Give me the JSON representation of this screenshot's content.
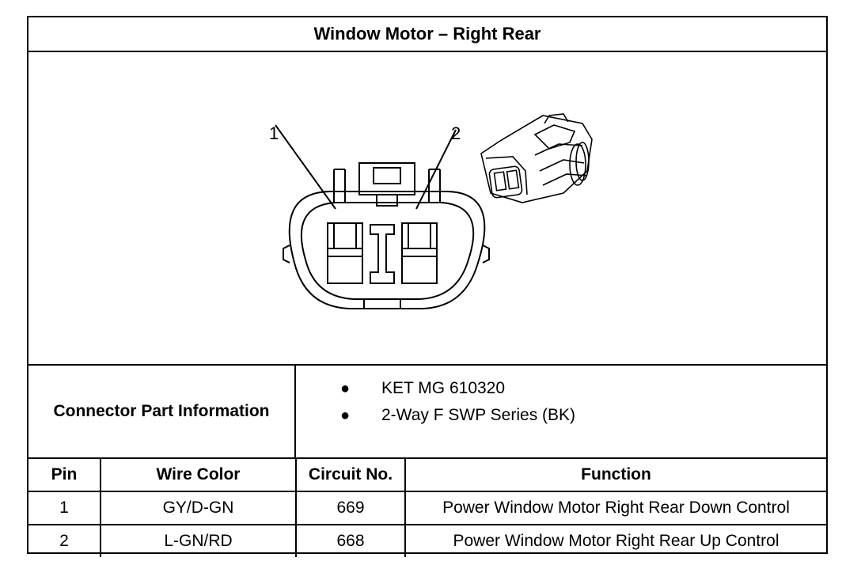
{
  "title": "Window Motor – Right Rear",
  "diagram": {
    "callouts": [
      "1",
      "2"
    ]
  },
  "connector_info": {
    "label": "Connector Part Information",
    "items": [
      "KET MG 610320",
      "2-Way F SWP Series (BK)"
    ]
  },
  "table": {
    "headers": [
      "Pin",
      "Wire Color",
      "Circuit No.",
      "Function"
    ],
    "rows": [
      {
        "pin": "1",
        "wire_color": "GY/D-GN",
        "circuit": "669",
        "function": "Power Window Motor Right Rear Down Control"
      },
      {
        "pin": "2",
        "wire_color": "L-GN/RD",
        "circuit": "668",
        "function": "Power Window Motor Right Rear Up Control"
      }
    ]
  }
}
